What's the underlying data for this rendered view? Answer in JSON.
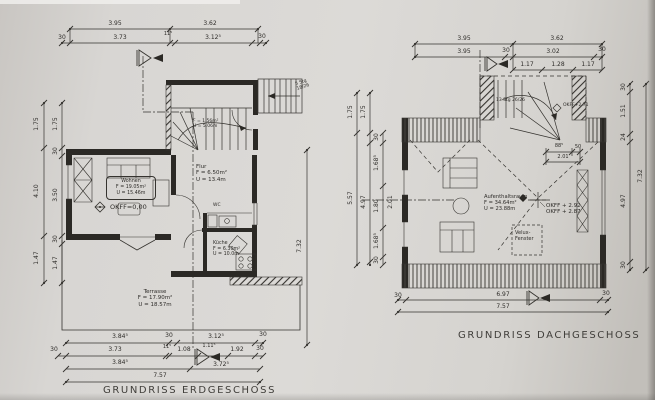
{
  "eg": {
    "caption": "GRUNDRISS ERDGESCHOSS",
    "top1": [
      "3.95",
      "3.62"
    ],
    "top2": [
      "30",
      "3.73",
      "11⁵",
      "3.12⁵",
      "30"
    ],
    "left1": [
      "1.75",
      "4.10",
      "1.47"
    ],
    "left2": [
      "1.75",
      "30",
      "3.50",
      "30",
      "1.47"
    ],
    "right": [
      "7.32"
    ],
    "bot1": [
      "3.84⁵",
      "30",
      "3.12⁵",
      "30"
    ],
    "bot2": [
      "30",
      "3.73",
      "11⁵",
      "1.08",
      "1.11⁵",
      "1.92",
      "30"
    ],
    "bot3": [
      "3.84⁵",
      "3.72⁵"
    ],
    "bot4": [
      "7.57"
    ],
    "wohnen": [
      "Wohnen",
      "F = 19.05m²",
      "U = 15.46m"
    ],
    "flur": [
      "Flur",
      "F = 6.50m²",
      "U = 13.4m"
    ],
    "kueche": [
      "Küche",
      "F = 6.30m²",
      "U = 10.0m"
    ],
    "wc": "WC",
    "terrasse": [
      "Terrasse",
      "F = 17.90m²",
      "U = 18.57m"
    ],
    "stair": [
      "F = 1.56m²",
      "U = 5.06m"
    ],
    "level": "OKFF=0,00",
    "ext_stair": [
      "5 Stg",
      "18/26"
    ]
  },
  "dg": {
    "caption": "GRUNDRISS DACHGESCHOSS",
    "top1": [
      "3.95",
      "3.62"
    ],
    "top2": [
      "3.95",
      "30",
      "3.02",
      "30"
    ],
    "top3": [
      "1.17",
      "1.28",
      "1.17"
    ],
    "left1": [
      "1.75",
      "5.57"
    ],
    "left2": [
      "1.75",
      "4.97"
    ],
    "left3": [
      "30",
      "1.68⁵",
      "1.80",
      "1.68⁵",
      "30"
    ],
    "left4": "2.01",
    "right1": [
      "30",
      "1.51",
      "24",
      "4.97",
      "30"
    ],
    "right2": "7.32",
    "stairdims": [
      "88⁵",
      "50",
      "2.01"
    ],
    "bot1": [
      "30",
      "6.97",
      "30"
    ],
    "bot2": "7.57",
    "raum": [
      "Aufenthaltsraum",
      "F = 34.64m²",
      "U = 23.88m"
    ],
    "levels": [
      "OKFF + 2.92",
      "OKFF + 2.87",
      "OKFF+2.71"
    ],
    "velux": [
      "Velux-",
      "Fenster"
    ],
    "stairnote": "13 Stg 26/26"
  }
}
